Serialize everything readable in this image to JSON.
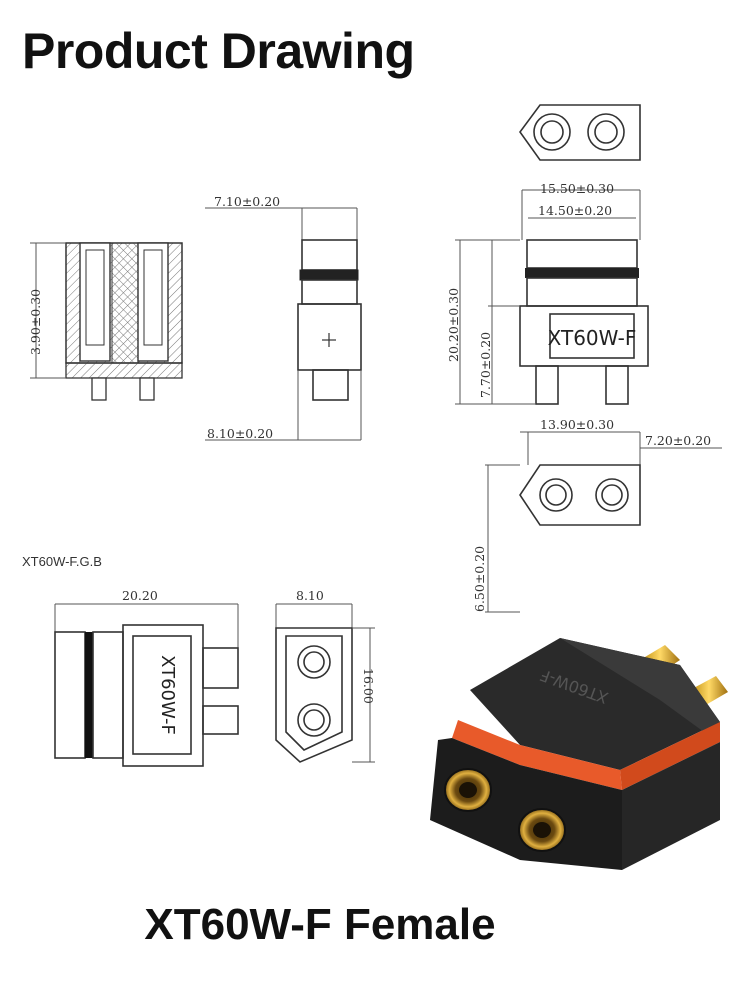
{
  "title": "Product Drawing",
  "caption": "XT60W-F Female",
  "subtitle": "XT60W-F.G.B",
  "colors": {
    "background": "#ffffff",
    "line": "#444444",
    "seal": "#e85a2a",
    "gold": "#d9a520",
    "body": "#1c1c1c"
  },
  "dimensions": {
    "side_width": "7.10±0.20",
    "bottom_width": "8.10±0.20",
    "left_height": "3.90±0.30",
    "outer_width": "15.50±0.30",
    "inner_width": "14.50±0.20",
    "total_height": "20.20±0.30",
    "body_height": "7.70±0.20",
    "bottom_span": "13.90±0.30",
    "tip_width": "7.20±0.20",
    "depth": "6.50±0.20",
    "side_length": "20.20",
    "top_width": "8.10",
    "top_height": "16.00"
  },
  "part_label": "XT60W-F"
}
